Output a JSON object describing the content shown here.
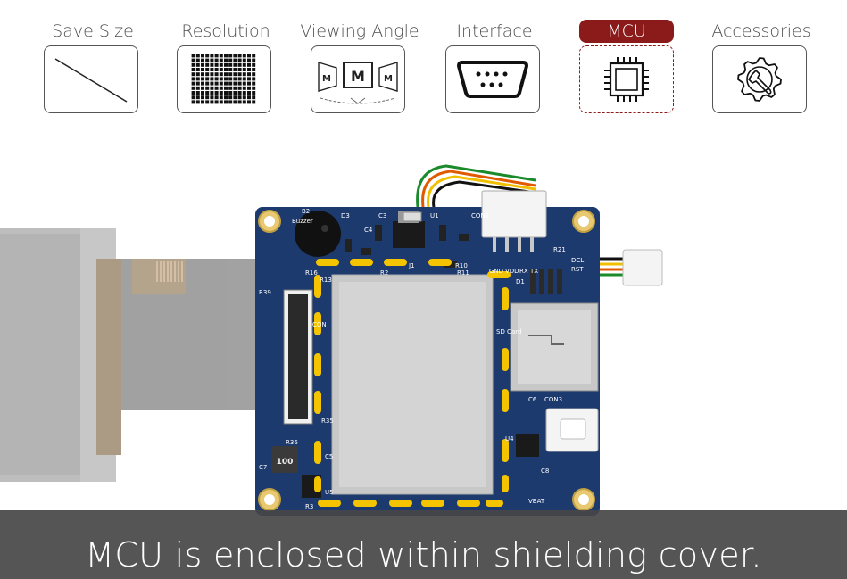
{
  "tabs": [
    {
      "label": "Save Size",
      "icon": "diagonal-line-icon",
      "active": false
    },
    {
      "label": "Resolution",
      "icon": "pixel-grid-icon",
      "active": false
    },
    {
      "label": "Viewing Angle",
      "icon": "viewing-angle-icon",
      "active": false
    },
    {
      "label": "Interface",
      "icon": "serial-port-icon",
      "active": false
    },
    {
      "label": "MCU",
      "icon": "chip-icon",
      "active": true
    },
    {
      "label": "Accessories",
      "icon": "gear-wrench-icon",
      "active": false
    }
  ],
  "angle_icon": {
    "letter": "M"
  },
  "board": {
    "labels": {
      "b2": "B2",
      "buzzer": "Buzzer",
      "d3": "D3",
      "c3": "C3",
      "u1": "U1",
      "con1": "CON1",
      "c4": "C4",
      "r16": "R16",
      "r13": "R13",
      "r2": "R2",
      "r21": "R21",
      "j1": "J1",
      "r10": "R10",
      "r11": "R11",
      "gnd": "GND",
      "vdd": "VDD",
      "rx": "RX",
      "tx": "TX",
      "d1": "D1",
      "dcl": "DCL",
      "rst": "RST",
      "r39": "R39",
      "con": "CON",
      "sd": "SD Card",
      "c6": "C6",
      "con3": "CON3",
      "r35": "R35",
      "r36": "R36",
      "c5": "C5",
      "u4": "U4",
      "c7": "C7",
      "c8": "C8",
      "u5": "U5",
      "r3": "R3",
      "vbat": "VBAT",
      "inductor": "100"
    },
    "accent_color": "#f5c400",
    "pcb_color": "#1c3a6e"
  },
  "caption": "MCU is enclosed within shielding cover."
}
